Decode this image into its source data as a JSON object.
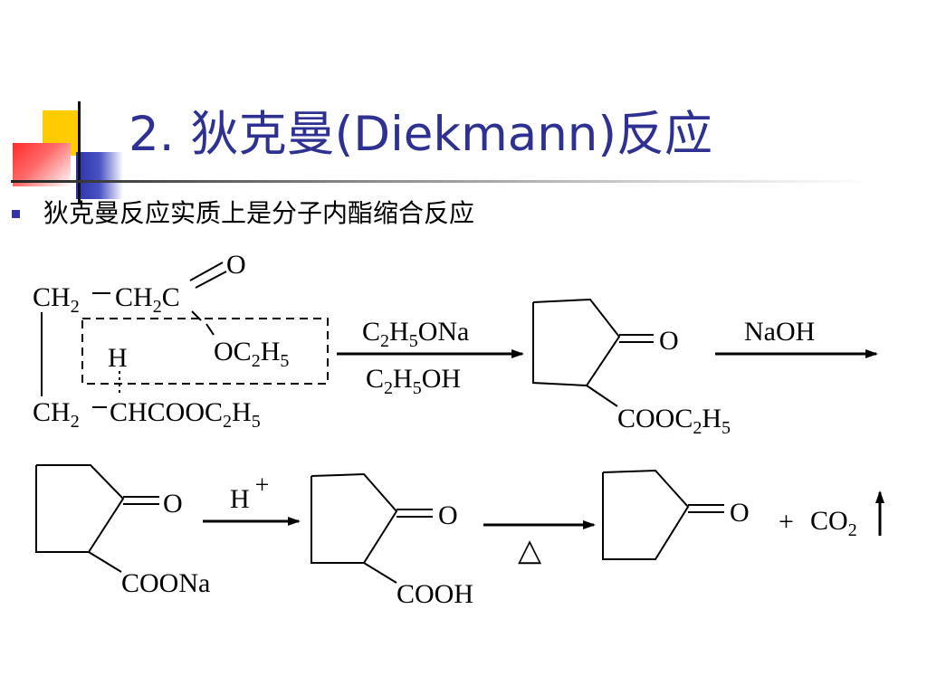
{
  "slide": {
    "title_number": "2.",
    "title_text": "狄克曼(Diekmann)反应",
    "bullet": "狄克曼反应实质上是分子内酯缩合反应"
  },
  "reaction1": {
    "ch2_a": "CH",
    "ch2_b": "CH",
    "ch2c_c": "C",
    "sub2": "2",
    "o_top": "O",
    "oc2h5_oc": "OC",
    "oc2h5_h": "H",
    "sub5": "5",
    "h_label": "H",
    "ch2_bottom": "CH",
    "chcooc": "CHCOOC",
    "reagent_top_c": "C",
    "reagent_top_h": "H",
    "reagent_top_ona": "ONa",
    "reagent_bot_c": "C",
    "reagent_bot_h": "H",
    "reagent_bot_oh": "OH",
    "product_o": "O",
    "product_cooc": "COOC",
    "product_h": "H",
    "naoh": "NaOH"
  },
  "reaction2": {
    "o1": "O",
    "coona": "COONa",
    "h_plus_h": "H",
    "plus_sign": "+",
    "o2": "O",
    "cooh": "COOH",
    "delta": "△",
    "o3": "O",
    "plus": "+",
    "co": "CO",
    "co2_sub": "2"
  },
  "colors": {
    "title": "#2e3192",
    "accent_yellow": "#ffcc00",
    "accent_red": "#ff2b2b",
    "accent_blue": "#2a33a8"
  }
}
